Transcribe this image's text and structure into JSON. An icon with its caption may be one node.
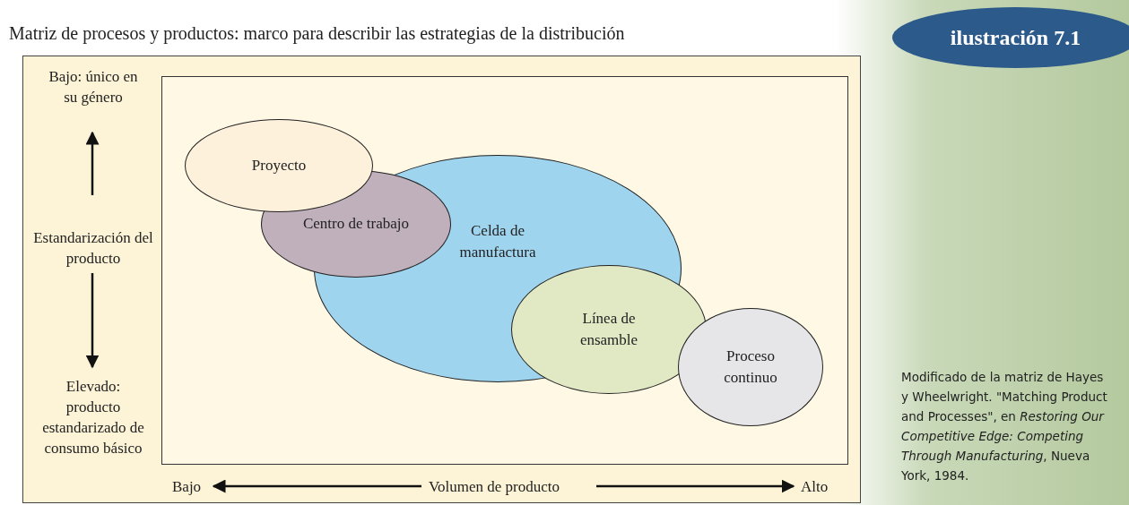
{
  "diagram": {
    "title": "Matriz de procesos y productos: marco para describir las estrategias de la distribución",
    "nodes": [
      {
        "text": [
          "Proyecto"
        ]
      },
      {
        "text": [
          "Centro de trabajo"
        ]
      },
      {
        "text": [
          "Celda de manufactura"
        ]
      },
      {
        "text": [
          "Línea de ensamble"
        ]
      },
      {
        "text": [
          "Proceso continuo"
        ]
      }
    ],
    "labels": [
      "ilustración 7.1",
      "Bajo: único en su género",
      "Estandarización del producto",
      "Elevado: producto estandarizado de consumo básico",
      "Bajo",
      "Volumen de producto",
      "Alto",
      "Modificado de la matriz de Hayes y Wheelwright. \"Matching Product and Processes\", en *Restoring Our Competitive Edge: Competing Through Manufacturing*, Nueva York, 1984."
    ]
  }
}
